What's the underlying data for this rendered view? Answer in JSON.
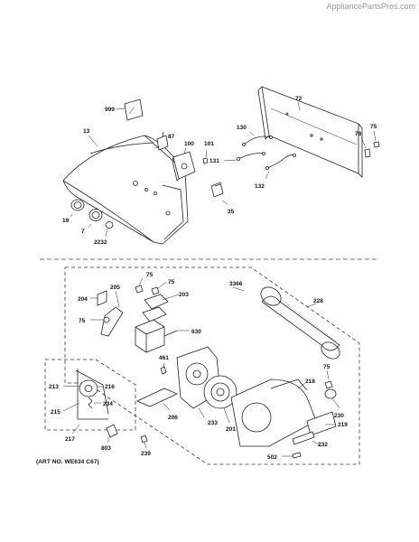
{
  "watermark": "AppliancePartsPros.com",
  "art_number": "(ART NO. WE634 C67)",
  "part_labels": {
    "p999": "999",
    "p72": "72",
    "p13": "13",
    "p87": "87",
    "p100": "100",
    "p101": "101",
    "p130": "130",
    "p131": "131",
    "p132": "132",
    "p78": "78",
    "p75a": "75",
    "p35": "35",
    "p19": "19",
    "p7": "7",
    "p2232": "2232",
    "p75b": "75",
    "p75c": "75",
    "p205": "205",
    "p204": "204",
    "p203": "203",
    "p3366": "3366",
    "p228": "228",
    "p75d": "75",
    "p630": "630",
    "p461": "461",
    "p75e": "75",
    "p218": "218",
    "p213": "213",
    "p216": "216",
    "p234": "234",
    "p215": "215",
    "p206": "206",
    "p233": "233",
    "p201": "201",
    "p230": "230",
    "p219": "219",
    "p217": "217",
    "p803": "803",
    "p239": "239",
    "p232": "232",
    "p502": "502"
  }
}
